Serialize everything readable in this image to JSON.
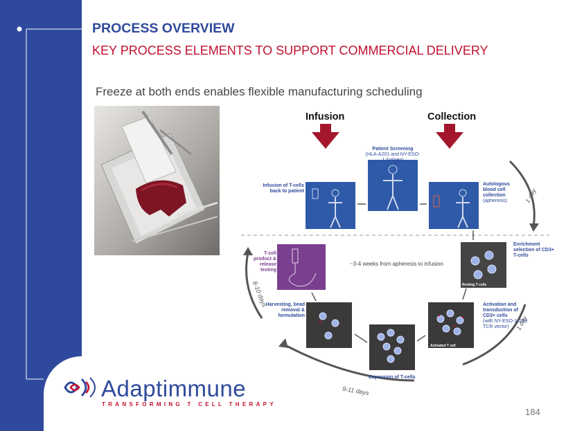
{
  "slide": {
    "title": "PROCESS OVERVIEW",
    "subtitle": "KEY PROCESS ELEMENTS TO SUPPORT COMMERCIAL DELIVERY",
    "body_text": "Freeze at both ends enables flexible manufacturing scheduling",
    "page_number": "184"
  },
  "diagram": {
    "infusion_label": "Infusion",
    "collection_label": "Collection",
    "patient_screening_title": "Patient Screening",
    "patient_screening_detail": "(HLA-A201 and NY-ESO-1 Antigen)",
    "infusion_step": "Infusion of T-cells back to patient",
    "autologous_title": "Autologous blood cell collection",
    "autologous_detail": "(apheresis)",
    "enrichment": "Enrichment selection of CD3+ T-cells",
    "resting_caption": "Resting T cells",
    "activation_title": "Activation and transduction of CD3+ cells",
    "activation_detail": "(with NY-ESO-1c259 TCR vector)",
    "activated_caption": "Activated T cell",
    "expansion": "Expansion of T-cells",
    "harvesting": "Harvesting, bead removal & formulation",
    "product_testing": "T-cell product & release testing",
    "center_note": "~3-4 weeks from apheresis to infusion",
    "day_1a": "1 day",
    "day_1b": "1 day",
    "days_9_11": "9-11 days",
    "days_8_10": "8-10 days"
  },
  "logo": {
    "name": "Adaptimmune",
    "tagline": "TRANSFORMING T CELL THERAPY"
  },
  "colors": {
    "sidebar_blue": "#2f4a9c",
    "accent_red": "#c0102e",
    "arrow_red": "#a3162b",
    "panel_blue": "#2e5aa8",
    "panel_purple": "#7b3f8f"
  }
}
